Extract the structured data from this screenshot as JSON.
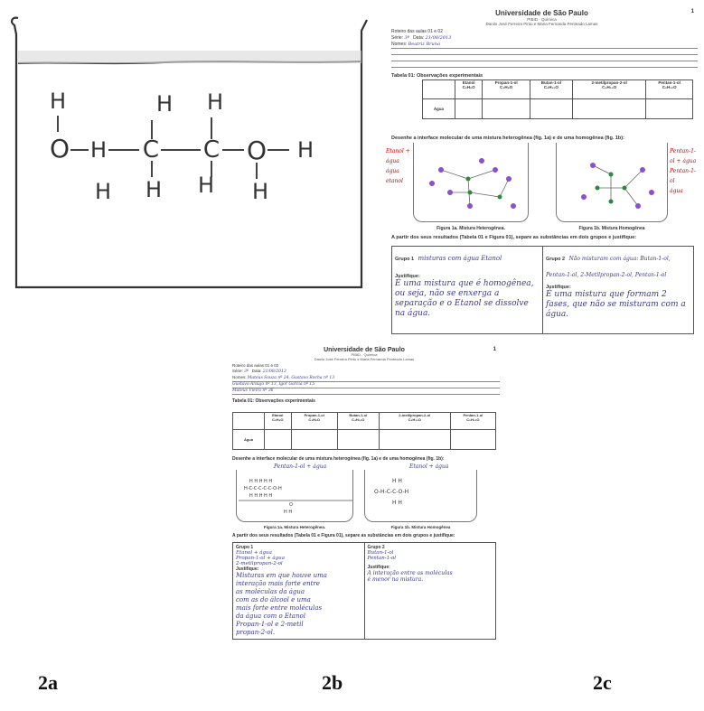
{
  "labels": {
    "a": "2a",
    "b": "2b",
    "c": "2c"
  },
  "panel_a": {
    "atoms_top": [
      "H",
      "H",
      "H"
    ],
    "atoms_mid": [
      "O",
      "H",
      "C",
      "C",
      "O",
      "H"
    ],
    "atoms_bottom": [
      "H",
      "H",
      "H",
      "H"
    ]
  },
  "sheet_b": {
    "page_number": "1",
    "university": "Universidade de São Paulo",
    "dept": "PIBID - Química",
    "authors": "Danilo José Ferreira Pinto e Maria Fernanda Penteado Lamas",
    "roteiro": "Roteiro das aulas 01 e 02",
    "serie_label": "Série:",
    "serie_value": "3º",
    "data_label": "Data:",
    "data_value": "21/08/2013",
    "nomes_label": "Nomes:",
    "nomes_value": "Beatriz Bruna",
    "table_title": "Tabela 01: Observações experimentais",
    "columns": [
      {
        "name": "Etanol",
        "formula": "C₂H₆O"
      },
      {
        "name": "Propan-1-ol",
        "formula": "C₃H₈O"
      },
      {
        "name": "Butan-1-ol",
        "formula": "C₄H₁₀O"
      },
      {
        "name": "2-metilpropan-2-ol",
        "formula": "C₄H₁₀O"
      },
      {
        "name": "Pentan-1-ol",
        "formula": "C₅H₁₂O"
      }
    ],
    "row_label": "Água",
    "draw_instruction": "Desenhe a interface molecular de uma mistura heterogênea (fig. 1a) e de uma homogênea (fig. 1b):",
    "left_notes": [
      "Etanol + água",
      "água",
      "etanol"
    ],
    "right_notes": [
      "Pentan-1-ol + água",
      "Pentan-1-ol",
      "água"
    ],
    "fig_a": "Figura 1a. Mistura Heterogênea.",
    "fig_b": "Figura 1b. Mistura Homogênea",
    "separate_instruction": "A partir dos seus resultados (Tabela 01 e Figura 01), separe as substâncias em dois grupos e justifique:",
    "grupo1_title": "Grupo 1",
    "grupo1_hand": "misturas com água Etanol",
    "grupo2_title": "Grupo 2",
    "grupo2_hand": "Não misturam com água: Butan-1-ol, Pentan-1-ol, 2-Metilpropan-2-ol, Pentan-1-ol",
    "just_label": "Justifique:",
    "just1": "É uma mistura que é homogênea, ou seja, não se enxerga a separação e o Etanol se dissolve na água.",
    "just2": "É uma mistura que formam 2 fases, que não se misturam com a água."
  },
  "sheet_c": {
    "page_number": "1",
    "university": "Universidade de São Paulo",
    "dept": "PIBID - Química",
    "authors": "Danilo José Ferreira Pinto e Maria Fernanda Penteado Lamas",
    "roteiro": "Roteiro das aulas 01 e 02",
    "serie_label": "Série:",
    "serie_value": "3º",
    "data_label": "Data:",
    "data_value": "21/08/2013",
    "nomes_label": "Nomes:",
    "nomes_lines": [
      "Mateus Souza nº 24, Gustavo Rocha nº 13",
      "Gustavo Araujo nº 13, Igor Garcia nº 15",
      "Mateus Vieira nº 36"
    ],
    "table_title": "Tabela 01: Observações experimentais",
    "columns": [
      {
        "name": "Etanol",
        "formula": "C₂H₆O"
      },
      {
        "name": "Propan-1-ol",
        "formula": "C₃H₈O"
      },
      {
        "name": "Butan-1-ol",
        "formula": "C₄H₁₀O"
      },
      {
        "name": "2-metilpropan-2-ol",
        "formula": "C₄H₁₀O"
      },
      {
        "name": "Pentan-1-ol",
        "formula": "C₅H₁₂O"
      }
    ],
    "row_label": "Água",
    "draw_instruction": "Desenhe a interface molecular de uma mistura heterogênea (fig. 1a) e de uma homogênea (fig. 1b):",
    "hand_left": "Pentan-1-ol + água",
    "hand_right": "Etanol + água",
    "fig_a": "Figura 1a. Mistura Heterogênea.",
    "fig_b": "Figura 1b. Mistura Homogênea",
    "separate_instruction": "A partir dos seus resultados (Tabela 01 e Figura 01), separe as substâncias em dois grupos e justifique:",
    "grupo1_title": "Grupo 1",
    "grupo1_lines": [
      "Etanol + água",
      "Propan-1-ol + água",
      "2-metilpropan-2-ol"
    ],
    "grupo2_title": "Grupo 2",
    "grupo2_lines": [
      "Butan-1-ol",
      "Pentan-1-ol"
    ],
    "just_label": "Justifique:",
    "just1_lines": [
      "Misturas em que houve uma",
      "interação mais forte entre",
      "as moléculas da água",
      "com as do álcool e uma",
      "mais forte entre moléculas",
      "da água com o Etanol",
      "Propan-1-ol e 2-metil",
      "propan-2-ol."
    ],
    "just2_lines": [
      "A interação entre as moléculas",
      "é menor na mistura."
    ]
  }
}
